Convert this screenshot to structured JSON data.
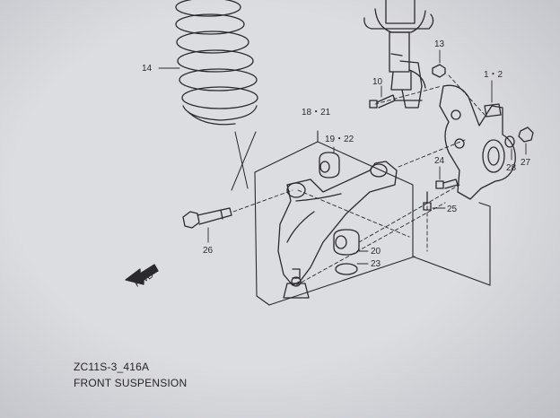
{
  "diagram": {
    "code": "ZC11S-3_416A",
    "title": "FRONT SUSPENSION",
    "front_marker": "FWD",
    "callouts": {
      "c14": "14",
      "c13": "13",
      "c12": "1・2",
      "c10": "10",
      "c1821": "18・21",
      "c1922": "19・22",
      "c24": "24",
      "c28": "28",
      "c27": "27",
      "c25": "25",
      "c26": "26",
      "c20": "20",
      "c23": "23"
    }
  },
  "colors": {
    "paper": "#dcdde0",
    "ink": "#2a2a2e"
  }
}
